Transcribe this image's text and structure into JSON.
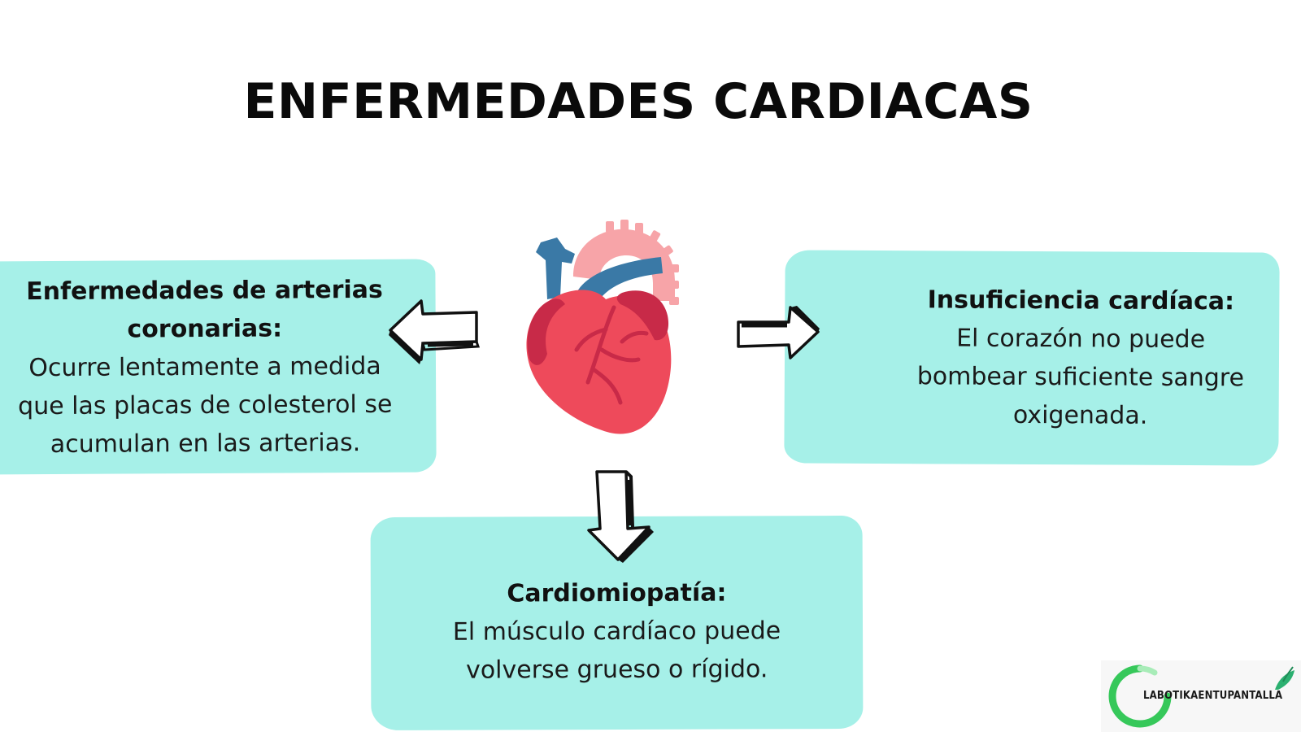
{
  "title": "ENFERMEDADES CARDIACAS",
  "boxes": {
    "left": {
      "heading_line1": "Enfermedades de arterias",
      "heading_line2": "coronarias:",
      "body_line1": "Ocurre lentamente a medida",
      "body_line2": "que las placas de colesterol se",
      "body_line3": "acumulan en las arterias."
    },
    "right": {
      "heading": "Insuficiencia cardíaca:",
      "body_line1": "El corazón no puede",
      "body_line2": "bombear suficiente sangre",
      "body_line3": "oxigenada."
    },
    "bottom": {
      "heading": "Cardiomiopatía:",
      "body_line1": "El músculo cardíaco puede",
      "body_line2": "volverse grueso o rígido."
    }
  },
  "logo": {
    "text": "LABOTIKAENTUPANTALLA"
  },
  "colors": {
    "box_fill": "#a6f0e8",
    "heart_red": "#ee4a5b",
    "heart_dark": "#c82a48",
    "heart_pink": "#f7a4a8",
    "vessel_blue": "#3a79a6",
    "logo_green": "#36c85a"
  },
  "icons": {
    "center": "heart-icon",
    "arrows": [
      "arrow-left-icon",
      "arrow-right-icon",
      "arrow-down-icon"
    ],
    "logo": [
      "ring-icon",
      "leaf-icon"
    ]
  }
}
